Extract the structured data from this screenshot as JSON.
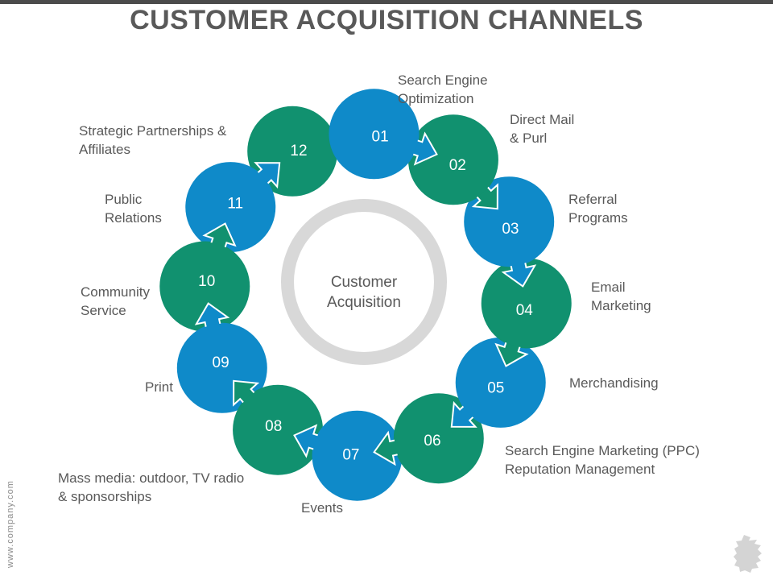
{
  "title": "CUSTOMER ACQUISITION CHANNELS",
  "center": {
    "line1": "Customer",
    "line2": "Acquisition"
  },
  "colors": {
    "blue": "#0f8ac9",
    "green": "#11916f",
    "ring": "#d8d8d8",
    "text": "#595959"
  },
  "steps": [
    {
      "num": "01",
      "color": "blue",
      "label1": "Search Engine",
      "label2": "Optimization"
    },
    {
      "num": "02",
      "color": "green",
      "label1": "Direct Mail",
      "label2": "& Purl"
    },
    {
      "num": "03",
      "color": "blue",
      "label1": "Referral",
      "label2": "Programs"
    },
    {
      "num": "04",
      "color": "green",
      "label1": "Email",
      "label2": "Marketing"
    },
    {
      "num": "05",
      "color": "blue",
      "label1": "Merchandising",
      "label2": ""
    },
    {
      "num": "06",
      "color": "green",
      "label1": "Search Engine Marketing (PPC)",
      "label2": "Reputation Management"
    },
    {
      "num": "07",
      "color": "blue",
      "label1": "Events",
      "label2": ""
    },
    {
      "num": "08",
      "color": "green",
      "label1": "Mass media: outdoor, TV radio",
      "label2": "& sponsorships"
    },
    {
      "num": "09",
      "color": "blue",
      "label1": "Print",
      "label2": ""
    },
    {
      "num": "10",
      "color": "green",
      "label1": "Community",
      "label2": "Service"
    },
    {
      "num": "11",
      "color": "blue",
      "label1": "Public",
      "label2": "Relations"
    },
    {
      "num": "12",
      "color": "green",
      "label1": "Strategic Partnerships &",
      "label2": "Affiliates"
    }
  ],
  "watermark": "www.company.com",
  "icon": "brush-stroke-icon"
}
